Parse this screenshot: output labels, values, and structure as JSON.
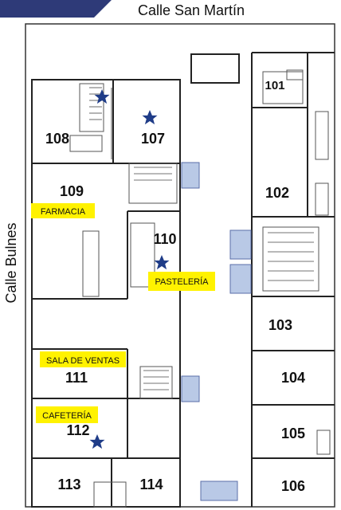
{
  "streets": {
    "north": "Calle  San Martín",
    "west": "Calle   Bulnes"
  },
  "colors": {
    "banner": "#2E3A78",
    "label_fill": "#FFF200",
    "star": "#1F3C88",
    "stair_blue": "#B9C9E6",
    "wall": "#222222"
  },
  "units": [
    {
      "id": "101",
      "label": "101"
    },
    {
      "id": "102",
      "label": "102"
    },
    {
      "id": "103",
      "label": "103"
    },
    {
      "id": "104",
      "label": "104"
    },
    {
      "id": "105",
      "label": "105"
    },
    {
      "id": "106",
      "label": "106"
    },
    {
      "id": "107",
      "label": "107"
    },
    {
      "id": "108",
      "label": "108"
    },
    {
      "id": "109",
      "label": "109"
    },
    {
      "id": "110",
      "label": "110"
    },
    {
      "id": "111",
      "label": "111"
    },
    {
      "id": "112",
      "label": "112"
    },
    {
      "id": "113",
      "label": "113"
    },
    {
      "id": "114",
      "label": "114"
    }
  ],
  "labels": [
    {
      "id": "farmacia",
      "text": "FARMACIA"
    },
    {
      "id": "pasteleria",
      "text": "PASTELERÍA"
    },
    {
      "id": "sala-de-ventas",
      "text": "SALA DE VENTAS"
    },
    {
      "id": "cafeteria",
      "text": "CAFETERÍA"
    }
  ],
  "markers": [
    {
      "id": "star-107",
      "icon": "star-icon"
    },
    {
      "id": "star-108",
      "icon": "star-icon"
    },
    {
      "id": "star-110",
      "icon": "star-icon"
    },
    {
      "id": "star-112",
      "icon": "star-icon"
    }
  ]
}
